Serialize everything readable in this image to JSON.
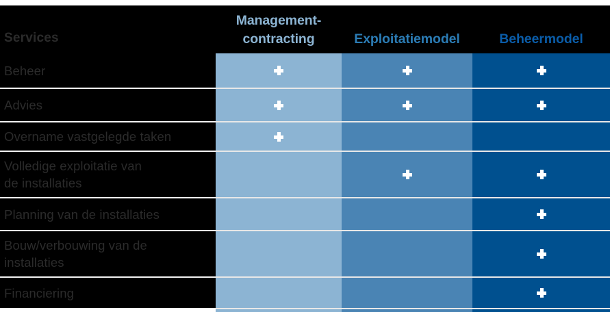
{
  "table": {
    "row_header_label": "Services",
    "columns": [
      {
        "key": "management_contracting",
        "label": "Management-\ncontracting",
        "color": "#8CB4D3",
        "header_color": "#8CB4D3"
      },
      {
        "key": "exploitatiemodel",
        "label": "Exploitatiemodel",
        "color": "#4A84B4",
        "header_color": "#2B7CB5"
      },
      {
        "key": "beheermodel",
        "label": "Beheermodel",
        "color": "#00508F",
        "header_color": "#0A5CA8"
      }
    ],
    "mark_symbol": "+",
    "mark_icon_name": "plus-icon",
    "rows": [
      {
        "label": "Beheer",
        "marks": [
          true,
          true,
          true
        ]
      },
      {
        "label": "Advies",
        "marks": [
          true,
          true,
          true
        ]
      },
      {
        "label": "Overname vastgelegde taken",
        "marks": [
          true,
          false,
          false
        ]
      },
      {
        "label": "Volledige exploitatie van\nde installaties",
        "marks": [
          false,
          true,
          true
        ]
      },
      {
        "label": "Planning van de installaties",
        "marks": [
          false,
          false,
          true
        ]
      },
      {
        "label": "Bouw/verbouwing van de\ninstallaties",
        "marks": [
          false,
          false,
          true
        ]
      },
      {
        "label": "Financiering",
        "marks": [
          false,
          false,
          true
        ]
      }
    ]
  },
  "theme": {
    "background": "#000000",
    "page_background": "#ffffff",
    "label_text_color": "#2b2b2b",
    "separator_color": "#e8e8e8",
    "mark_color": "#ffffff"
  }
}
